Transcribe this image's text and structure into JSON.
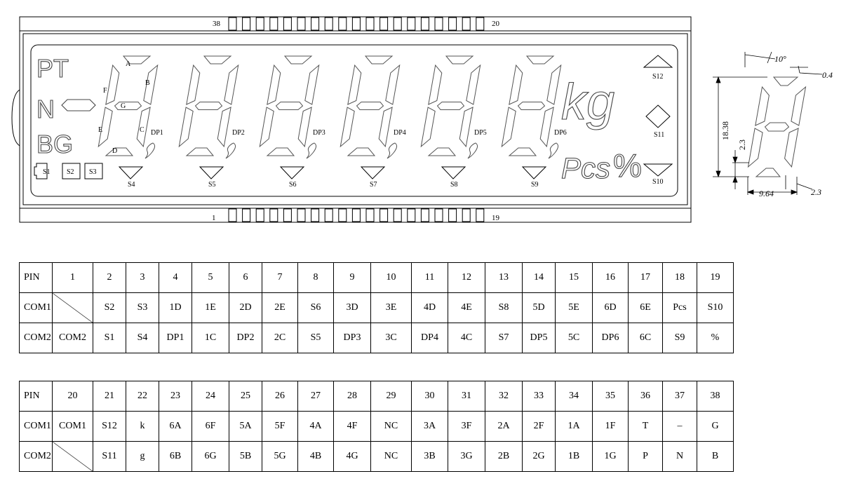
{
  "display": {
    "top_pin_left": "38",
    "top_pin_right": "20",
    "bottom_pin_left": "1",
    "bottom_pin_right": "19",
    "indicators": {
      "pt": "PT",
      "n": "N",
      "bg": "BG"
    },
    "segment_letters": {
      "a": "A",
      "b": "B",
      "c": "C",
      "d": "D",
      "e": "E",
      "f": "F",
      "g": "G"
    },
    "dp_labels": [
      "DP1",
      "DP2",
      "DP3",
      "DP4",
      "DP5",
      "DP6"
    ],
    "boxes": [
      "S1",
      "S2",
      "S3"
    ],
    "down_arrows": [
      "S4",
      "S5",
      "S6",
      "S7",
      "S8",
      "S9"
    ],
    "units": {
      "kg": "kg",
      "pcs": "Pcs",
      "percent": "%"
    },
    "right_symbols": {
      "up": "S12",
      "diamond": "S11",
      "down": "S10"
    }
  },
  "digit_dimensions": {
    "angle": "10°",
    "thickness": "0.4",
    "height": "18.38",
    "segment_height": "2.3",
    "width": "9.64",
    "dp_size": "2.3"
  },
  "pin_table_1": {
    "header": [
      "PIN",
      "1",
      "2",
      "3",
      "4",
      "5",
      "6",
      "7",
      "8",
      "9",
      "10",
      "11",
      "12",
      "13",
      "14",
      "15",
      "16",
      "17",
      "18",
      "19"
    ],
    "com1": [
      "COM1",
      "",
      "S2",
      "S3",
      "1D",
      "1E",
      "2D",
      "2E",
      "S6",
      "3D",
      "3E",
      "4D",
      "4E",
      "S8",
      "5D",
      "5E",
      "6D",
      "6E",
      "Pcs",
      "S10"
    ],
    "com2": [
      "COM2",
      "COM2",
      "S1",
      "S4",
      "DP1",
      "1C",
      "DP2",
      "2C",
      "S5",
      "DP3",
      "3C",
      "DP4",
      "4C",
      "S7",
      "DP5",
      "5C",
      "DP6",
      "6C",
      "S9",
      "%"
    ]
  },
  "pin_table_2": {
    "header": [
      "PIN",
      "20",
      "21",
      "22",
      "23",
      "24",
      "25",
      "26",
      "27",
      "28",
      "29",
      "30",
      "31",
      "32",
      "33",
      "34",
      "35",
      "36",
      "37",
      "38"
    ],
    "com1": [
      "COM1",
      "COM1",
      "S12",
      "k",
      "6A",
      "6F",
      "5A",
      "5F",
      "4A",
      "4F",
      "NC",
      "3A",
      "3F",
      "2A",
      "2F",
      "1A",
      "1F",
      "T",
      "–",
      "G"
    ],
    "com2": [
      "COM2",
      "",
      "S11",
      "g",
      "6B",
      "6G",
      "5B",
      "5G",
      "4B",
      "4G",
      "NC",
      "3B",
      "3G",
      "2B",
      "2G",
      "1B",
      "1G",
      "P",
      "N",
      "B"
    ]
  }
}
